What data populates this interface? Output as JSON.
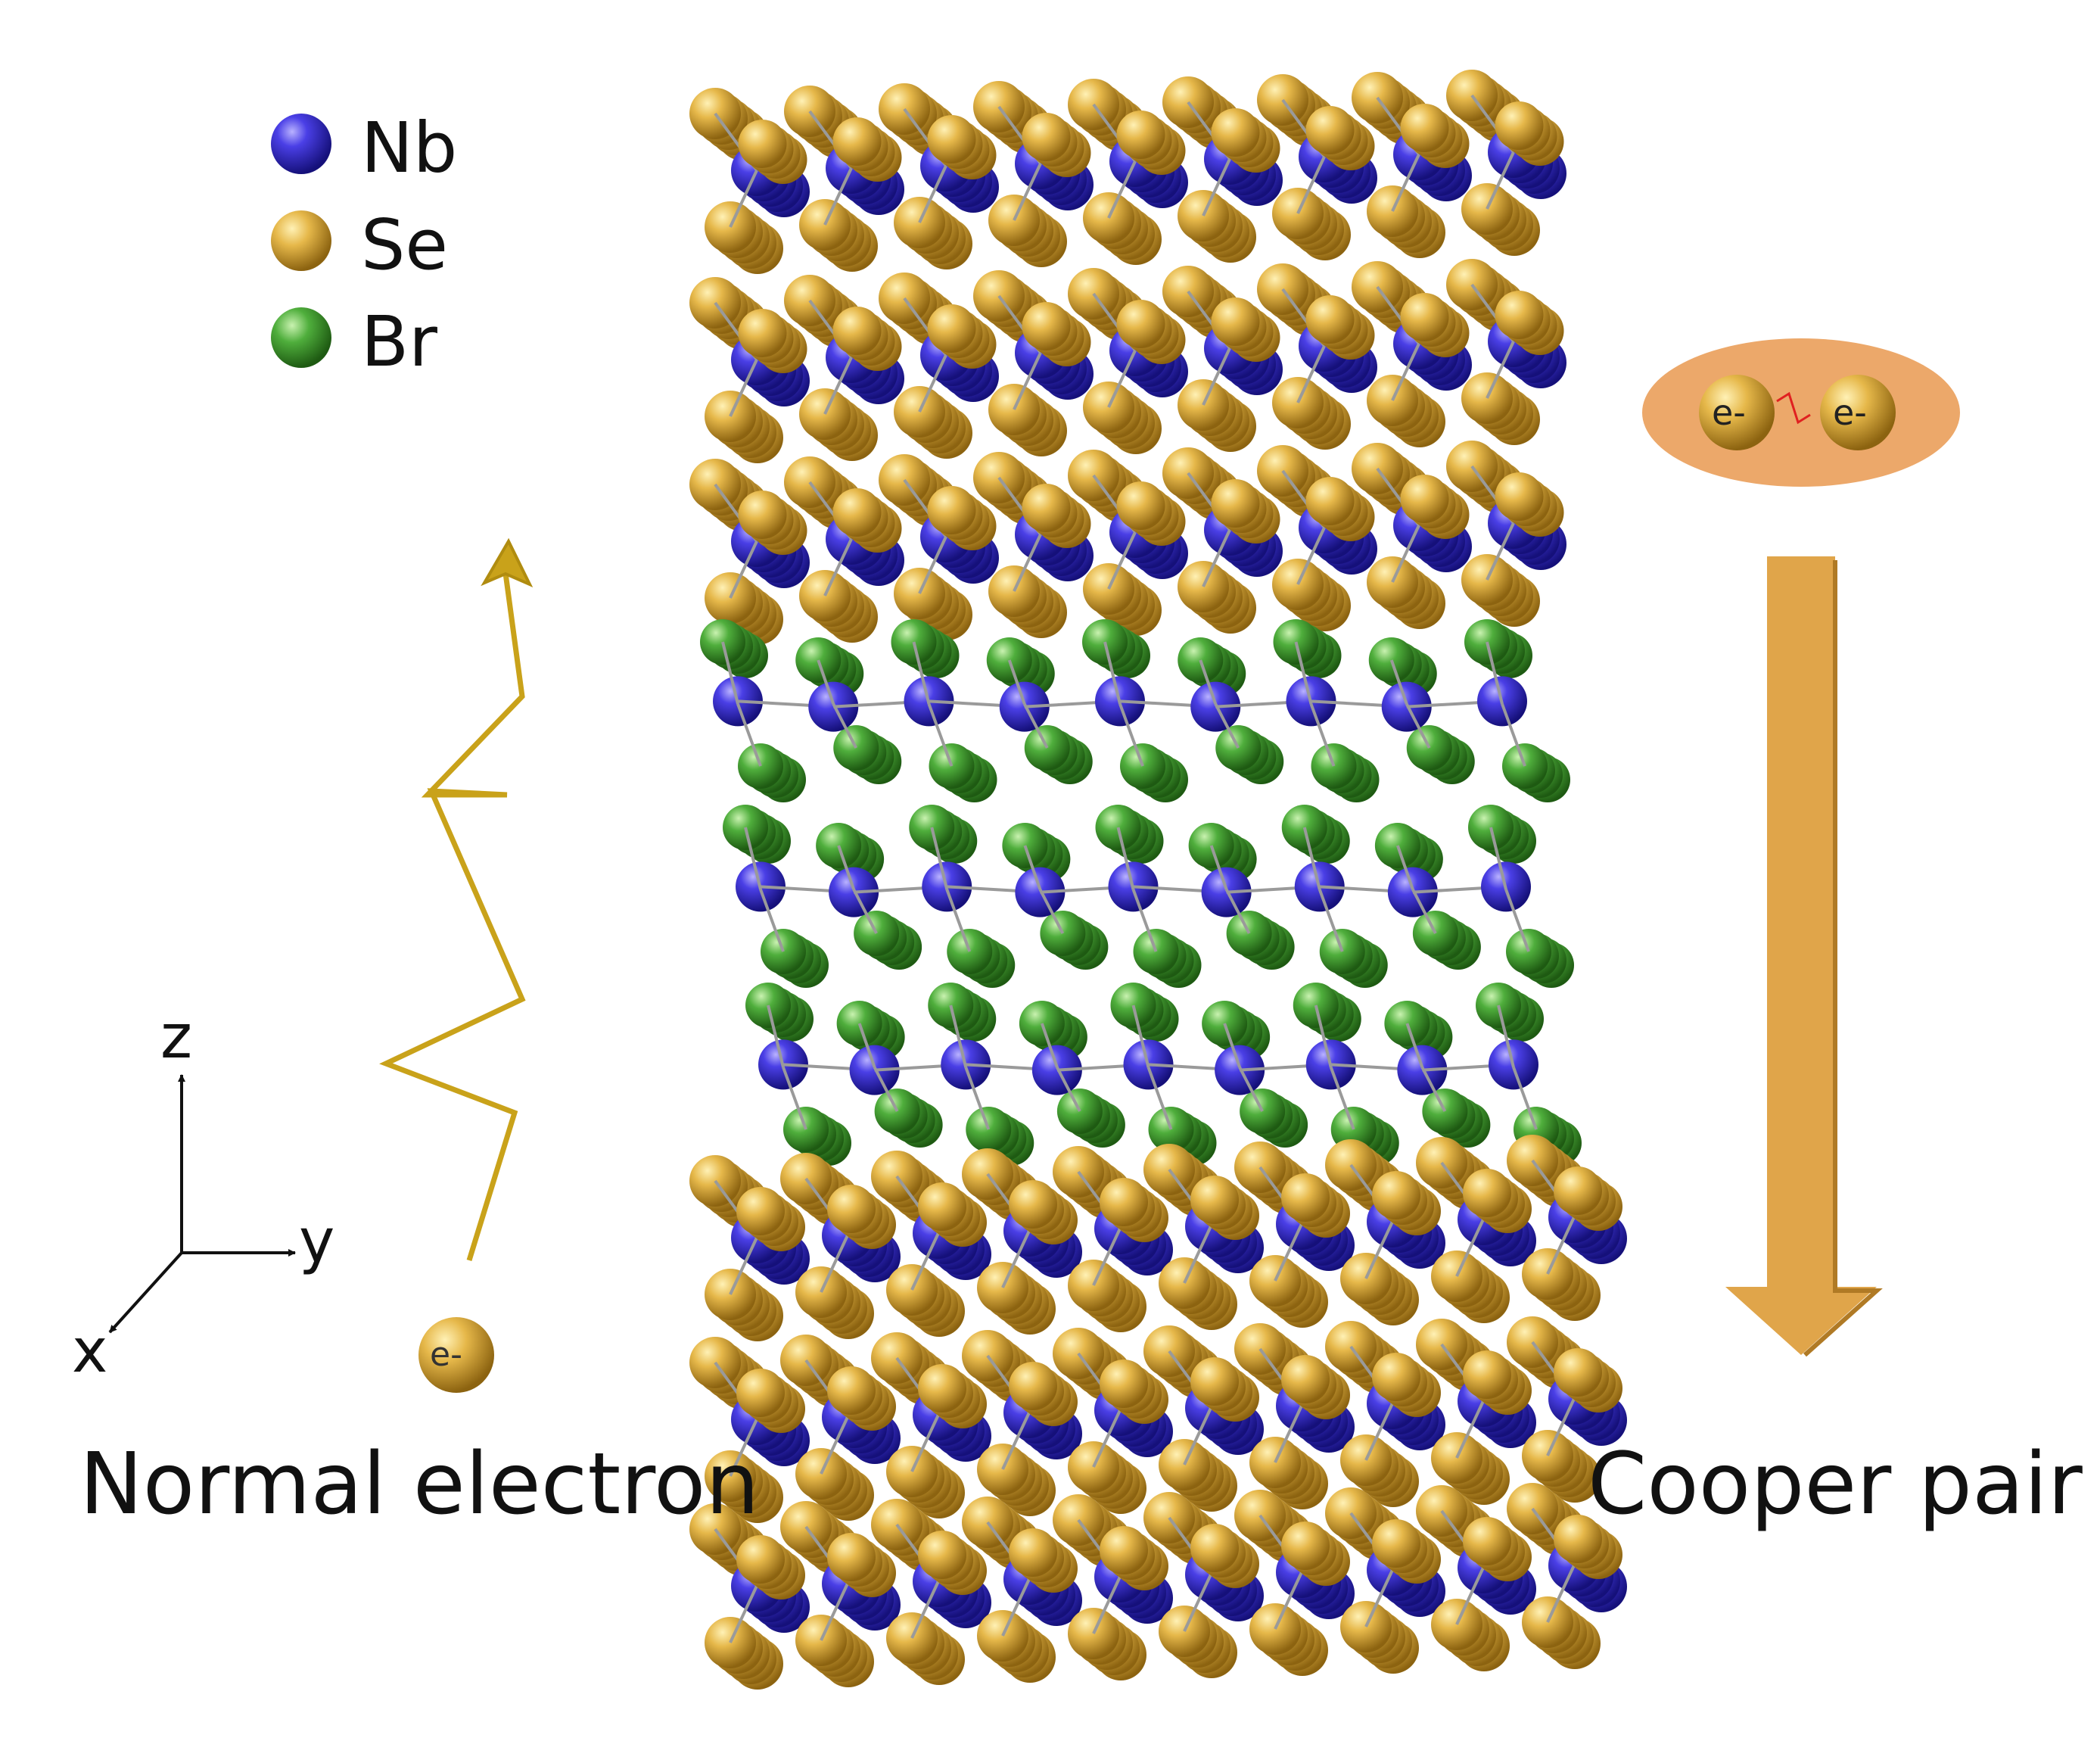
{
  "legend": {
    "items": [
      {
        "label": "Nb",
        "color": "#3a2fd8"
      },
      {
        "label": "Se",
        "color": "#e4b64a"
      },
      {
        "label": "Br",
        "color": "#4aa63a"
      }
    ]
  },
  "labels": {
    "normal_electron": "Normal electron",
    "cooper_pair": "Cooper pair",
    "electron_symbol": "e-"
  },
  "axes": {
    "z": "z",
    "y": "y",
    "x": "x"
  },
  "colors": {
    "nb": "#3a2fd8",
    "se": "#e4b64a",
    "br": "#4aa63a",
    "bond": "#9a9a9a",
    "arrow": "#e0a54a",
    "pair_halo": "#eca86a",
    "path": "#c9a21a"
  },
  "structure": {
    "layers": [
      {
        "type": "NbSe2"
      },
      {
        "type": "NbSe2"
      },
      {
        "type": "NbSe2"
      },
      {
        "type": "Nb3Br8"
      },
      {
        "type": "Nb3Br8"
      },
      {
        "type": "Nb3Br8"
      },
      {
        "type": "NbSe2"
      },
      {
        "type": "NbSe2"
      },
      {
        "type": "NbSe2"
      }
    ]
  }
}
